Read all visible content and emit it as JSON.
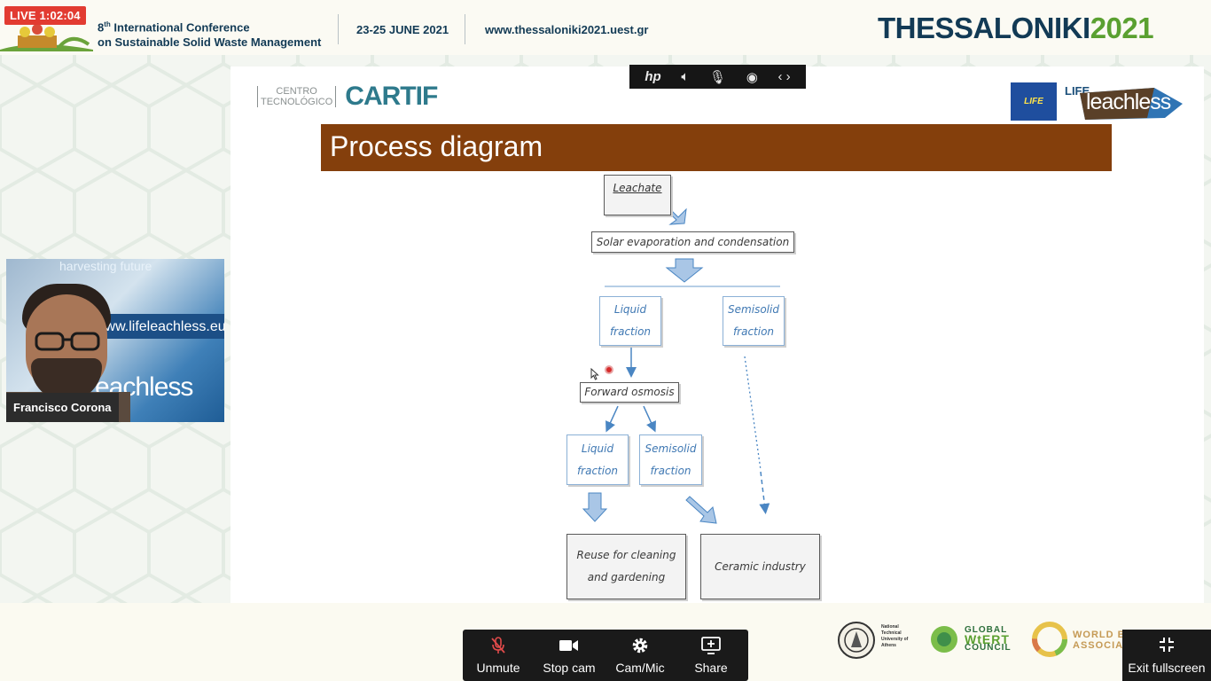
{
  "banner": {
    "live_label": "LIVE 1:02:04",
    "conference_line1_num": "8",
    "conference_line1_sup": "th",
    "conference_line1_rest": " International Conference",
    "conference_line2": "on Sustainable Solid Waste Management",
    "dates": "23-25 JUNE 2021",
    "website": "www.thessaloniki2021.uest.gr",
    "brand_part1": "THESSALONIKI",
    "brand_part2": "2021"
  },
  "slide": {
    "cartif_bracket_line1": "CENTRO",
    "cartif_bracket_line2": "TECNOLÓGICO",
    "cartif_word": "CARTIF",
    "life_badge": "LIFE",
    "life_label": "LIFE",
    "leachless_word": "leachless",
    "title": "Process diagram",
    "diagram": {
      "leachate": "Leachate",
      "solar": "Solar evaporation and condensation",
      "liquid_1a": "Liquid",
      "liquid_1b": "fraction",
      "semisolid_1a": "Semisolid",
      "semisolid_1b": "fraction",
      "forward_osmosis": "Forward osmosis",
      "liquid_2a": "Liquid",
      "liquid_2b": "fraction",
      "semisolid_2a": "Semisolid",
      "semisolid_2b": "fraction",
      "reuse_a": "Reuse for cleaning",
      "reuse_b": "and gardening",
      "ceramic": "Ceramic industry"
    }
  },
  "projector_bar": {
    "brand": "hp",
    "icons": [
      "speaker-mute-icon",
      "mic-icon",
      "broadcast-icon",
      "code-icon"
    ]
  },
  "video": {
    "banner_text": "harvesting future",
    "url_text": "www.lifeleachless.eu",
    "logo_word": "eachless",
    "participant_name": "Francisco Corona"
  },
  "controls": {
    "unmute": "Unmute",
    "stop_cam": "Stop cam",
    "cam_mic": "Cam/Mic",
    "share": "Share",
    "exit_fullscreen": "Exit fullscreen"
  },
  "partners": {
    "ntua": "National Technical University of Athens",
    "wtert_line1": "GLOBAL",
    "wtert_line2": "WtERT",
    "wtert_line3": "COUNCIL",
    "wba_line1": "WORLD B",
    "wba_line2": "ASSOCIA"
  },
  "colors": {
    "live_red": "#e23b31",
    "title_brown": "#843f0c",
    "diagram_blue": "#3f78b3",
    "brand_navy": "#123a55",
    "brand_green": "#5aa030"
  }
}
